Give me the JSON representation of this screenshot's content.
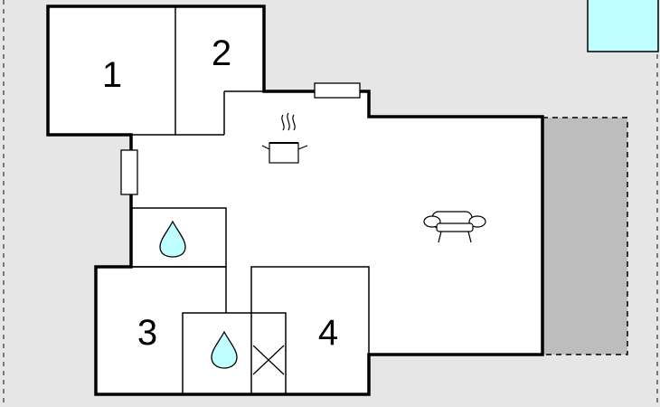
{
  "floorplan": {
    "rooms": [
      {
        "id": "room-1",
        "label": "1"
      },
      {
        "id": "room-2",
        "label": "2"
      },
      {
        "id": "room-3",
        "label": "3"
      },
      {
        "id": "room-4",
        "label": "4"
      }
    ],
    "icons": [
      "kitchen-pot-icon",
      "sofa-icon",
      "water-drop-icon",
      "water-drop-icon",
      "window-icon",
      "window-icon",
      "stair-cross-icon"
    ],
    "colors": {
      "background": "#e6e6e6",
      "floor": "#ffffff",
      "wall": "#000000",
      "terrace": "#bdbdbd",
      "pool": "#bfffff",
      "water_drop": "#bfffff"
    }
  }
}
